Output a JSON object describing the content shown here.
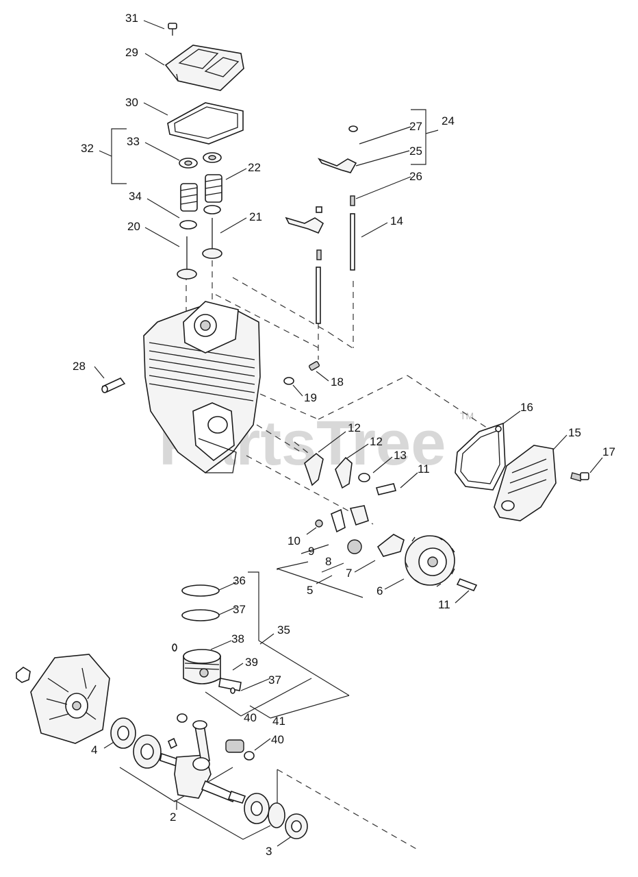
{
  "watermark": {
    "text": "PartsTree",
    "trademark": "TM"
  },
  "callouts": {
    "c1": "31",
    "c2": "29",
    "c3": "30",
    "c4": "32",
    "c5": "33",
    "c6": "22",
    "c7": "34",
    "c8": "20",
    "c9": "21",
    "c10": "27",
    "c11": "24",
    "c12": "25",
    "c13": "26",
    "c14": "14",
    "c15": "28",
    "c16": "18",
    "c17": "19",
    "c18": "16",
    "c19": "15",
    "c20": "17",
    "c21": "12",
    "c22": "12",
    "c23": "13",
    "c24": "11",
    "c25": "10",
    "c26": "9",
    "c27": "8",
    "c28": "7",
    "c29": "5",
    "c30": "6",
    "c31": "11",
    "c32": "36",
    "c33": "37",
    "c34": "35",
    "c35": "38",
    "c36": "39",
    "c37": "37",
    "c38": "40",
    "c39": "41",
    "c40": "40",
    "c41": "4",
    "c42": "2",
    "c43": "3"
  }
}
